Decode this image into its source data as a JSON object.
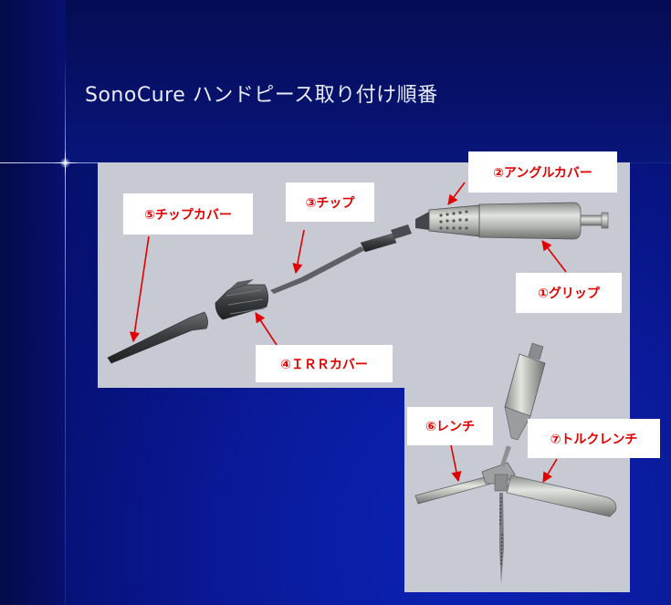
{
  "title": "SonoCure ハンドピース取り付け順番",
  "labels": {
    "grip": "①グリップ",
    "angle_cover": "②アングルカバー",
    "tip": "③チップ",
    "irr_cover": "④ＩＲＲカバー",
    "tip_cover": "⑤チップカバー",
    "wrench": "⑥レンチ",
    "torque_wrench": "⑦トルクレンチ"
  },
  "colors": {
    "background": "#0a1a9a",
    "panel": "#c7c9d3",
    "label_text": "#e10000",
    "arrow": "#e10000"
  }
}
